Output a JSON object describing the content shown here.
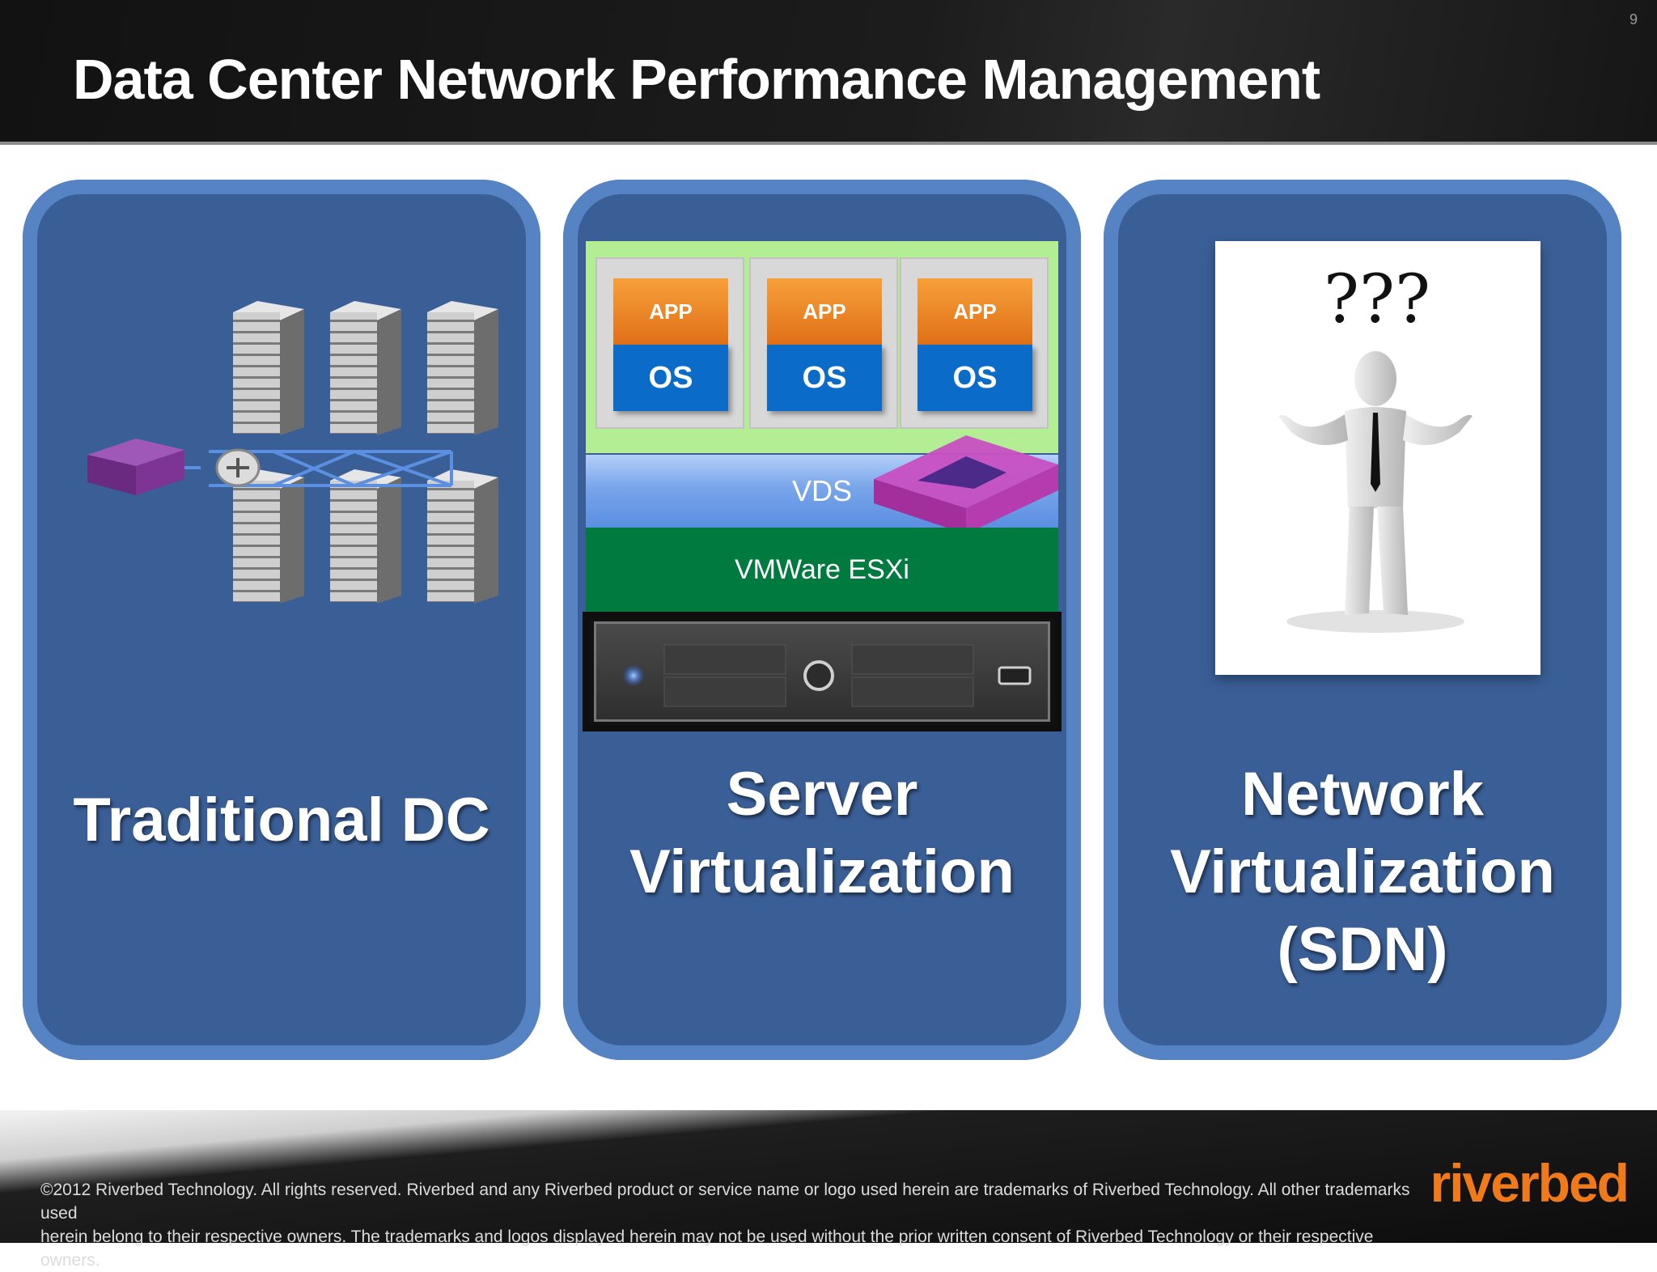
{
  "slide": {
    "title": "Data Center Network Performance Management",
    "page_number": "9"
  },
  "panels": [
    {
      "label_lines": [
        "Traditional DC"
      ]
    },
    {
      "label_lines": [
        "Server",
        "Virtualization"
      ]
    },
    {
      "label_lines": [
        "Network",
        "Virtualization",
        "(SDN)"
      ]
    }
  ],
  "stack": {
    "vms": [
      {
        "app": "APP",
        "os": "OS"
      },
      {
        "app": "APP",
        "os": "OS"
      },
      {
        "app": "APP",
        "os": "OS"
      }
    ],
    "vds_label": "VDS",
    "hypervisor_label": "VMWare ESXi"
  },
  "figure": {
    "question_marks": "???"
  },
  "footer": {
    "legal_line1": "©2012 Riverbed Technology. All rights reserved. Riverbed and any Riverbed product or service name or logo used herein are trademarks of Riverbed Technology. All other trademarks used",
    "legal_line2": "herein belong to their respective owners. The trademarks and logos displayed herein may not be used without the prior written consent of Riverbed Technology or their respective owners.",
    "logo_text": "riverbed"
  },
  "colors": {
    "panel_fill": "#3a5f97",
    "panel_border": "#5583c4",
    "app_orange": "#e07018",
    "os_blue": "#0b6bc9",
    "hypervisor_green": "#007a3f",
    "logo_orange": "#f07a1a"
  }
}
